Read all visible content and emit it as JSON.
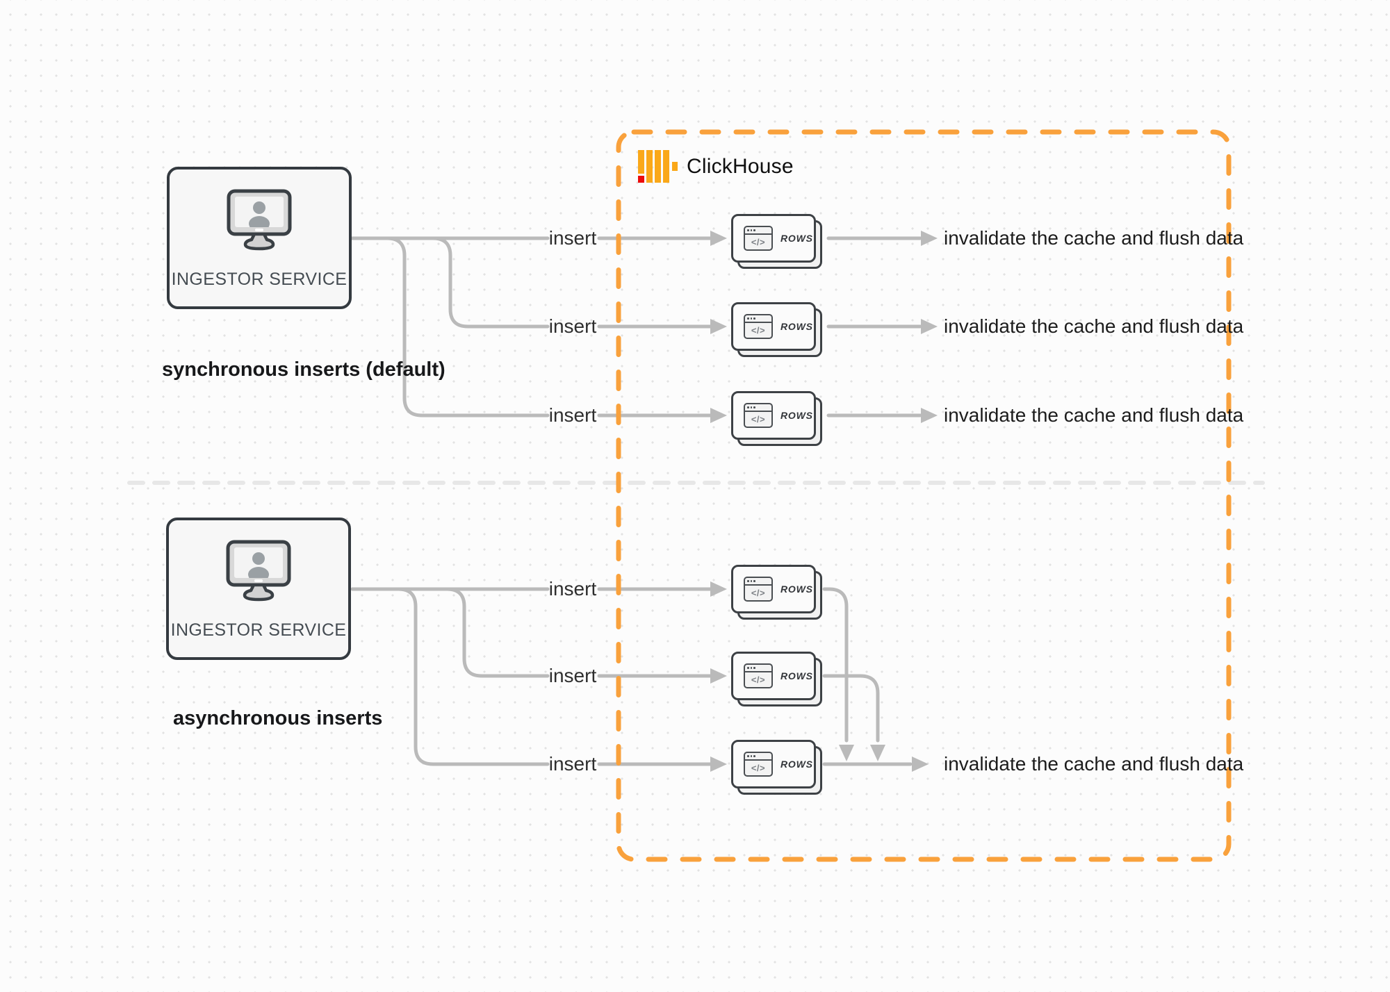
{
  "header": {
    "clickhouse_label": "ClickHouse"
  },
  "sync": {
    "service_label": "INGESTOR SERVICE",
    "caption": "synchronous inserts (default)",
    "rows": [
      {
        "insert": "insert",
        "node": "ROWS",
        "result": "invalidate the cache and flush data"
      },
      {
        "insert": "insert",
        "node": "ROWS",
        "result": "invalidate the cache and flush data"
      },
      {
        "insert": "insert",
        "node": "ROWS",
        "result": "invalidate the cache and flush data"
      }
    ]
  },
  "async": {
    "service_label": "INGESTOR SERVICE",
    "caption": "asynchronous inserts",
    "rows": [
      {
        "insert": "insert",
        "node": "ROWS"
      },
      {
        "insert": "insert",
        "node": "ROWS"
      },
      {
        "insert": "insert",
        "node": "ROWS"
      }
    ],
    "result": "invalidate the cache and flush data"
  },
  "icons": {
    "code_glyph": "</>"
  },
  "colors": {
    "boundary_orange": "#F9A13C",
    "logo_yellow": "#FAA819",
    "logo_red": "#EC0B0B",
    "connector_gray": "#BABABA",
    "divider_gray": "#E7E7E7",
    "node_border": "#343A40"
  }
}
